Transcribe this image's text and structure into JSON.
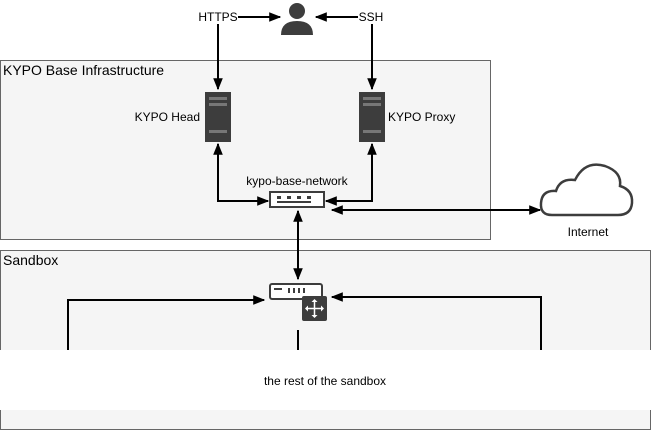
{
  "groups": {
    "base_infrastructure": "KYPO Base Infrastructure",
    "sandbox": "Sandbox"
  },
  "nodes": {
    "https": "HTTPS",
    "ssh": "SSH",
    "kypo_head": "KYPO Head",
    "kypo_proxy": "KYPO Proxy",
    "base_network": "kypo-base-network",
    "internet": "Internet",
    "sandbox_rest": "the rest of the sandbox"
  },
  "icons": {
    "user": "user-icon",
    "server_head": "server-icon",
    "server_proxy": "server-icon",
    "switch": "network-switch-icon",
    "router": "router-icon",
    "cloud": "cloud-icon"
  },
  "colors": {
    "group_fill": "#f5f5f5",
    "group_stroke": "#666666",
    "icon_dark": "#3d3d3d",
    "line": "#000000"
  }
}
